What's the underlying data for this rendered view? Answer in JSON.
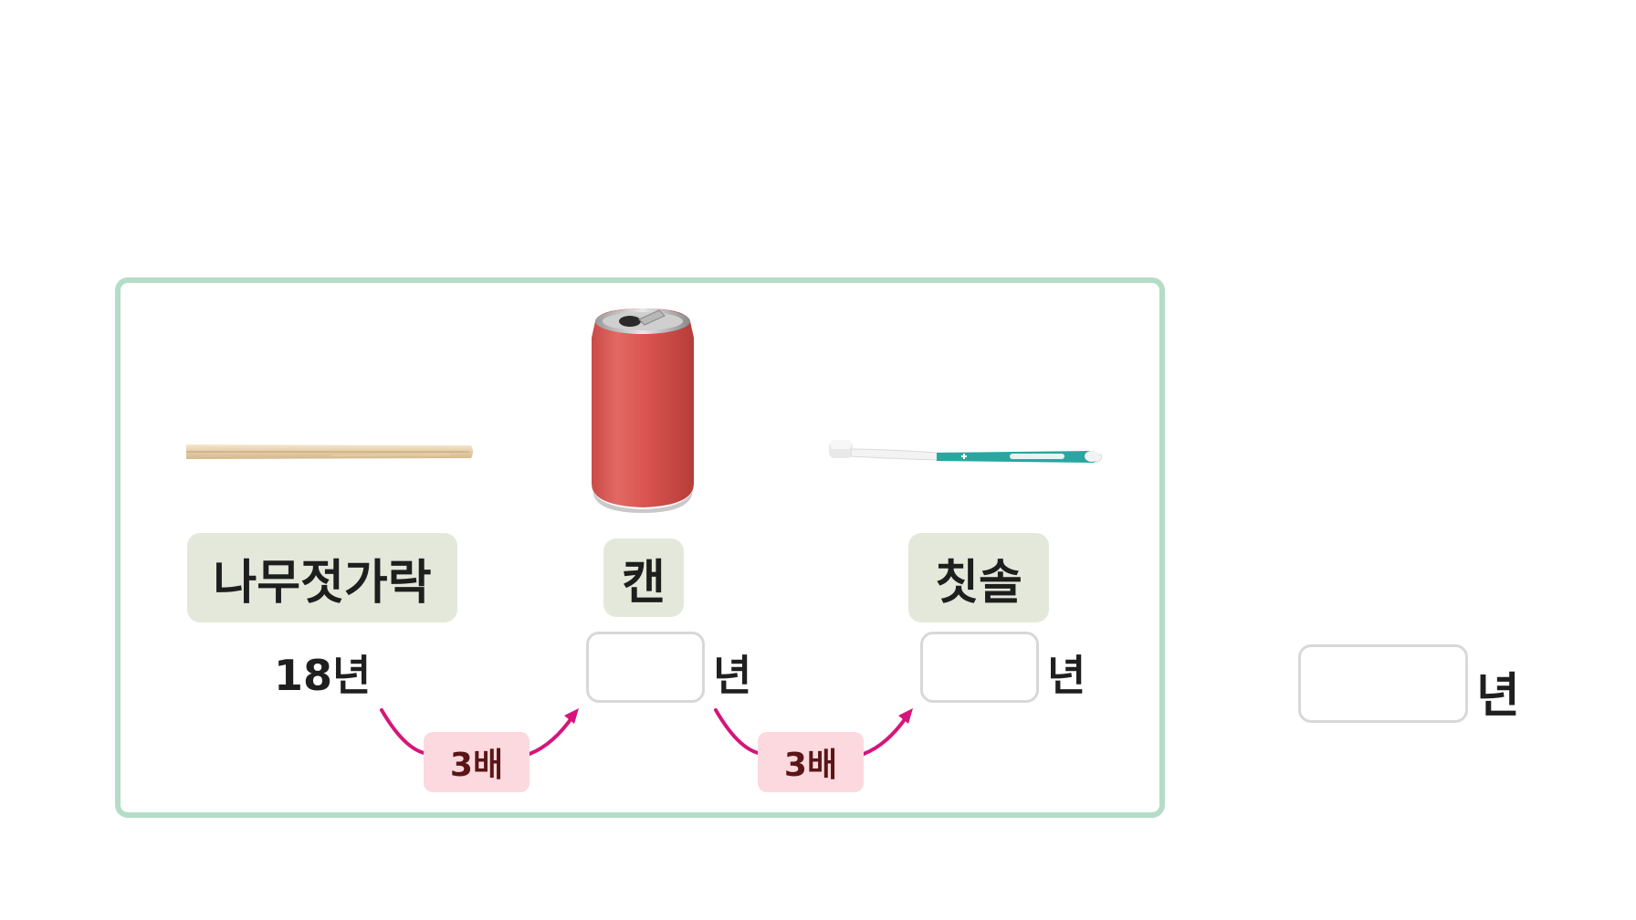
{
  "items": [
    {
      "name": "나무젓가락",
      "value": "18년"
    },
    {
      "name": "캔",
      "unit": "년"
    },
    {
      "name": "칫솔",
      "unit": "년"
    }
  ],
  "ratios": [
    "3배",
    "3배"
  ],
  "answer": {
    "unit": "년"
  },
  "colors": {
    "panel_border": "#b5dcc7",
    "label_bg": "#e4e8da",
    "badge_bg": "#fcd9de",
    "arrow": "#d6157a",
    "input_border": "#d8d8d8"
  },
  "icons": [
    "chopstick-image",
    "can-image",
    "toothbrush-image"
  ]
}
